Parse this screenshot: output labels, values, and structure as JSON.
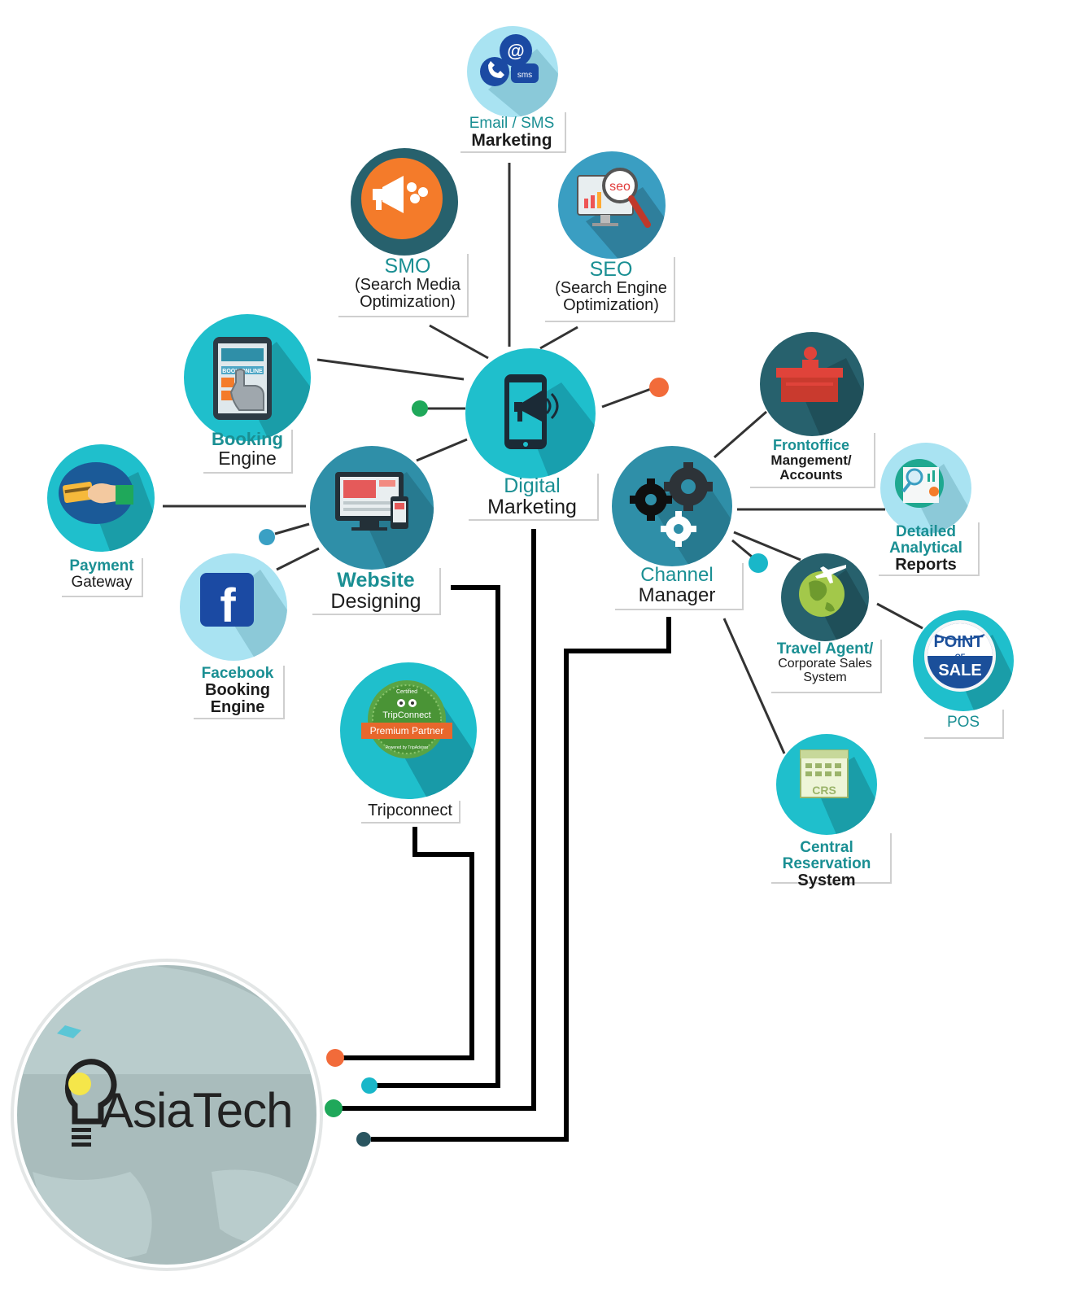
{
  "nodes": {
    "email_sms": {
      "line1": "Email / SMS",
      "line2": "Marketing"
    },
    "smo": {
      "line1": "SMO",
      "line2": "(Search Media",
      "line3": "Optimization)"
    },
    "seo": {
      "line1": "SEO",
      "line2": "(Search Engine",
      "line3": "Optimization)"
    },
    "booking_engine": {
      "line1": "Booking",
      "line2": "Engine"
    },
    "digital_marketing": {
      "line1": "Digital",
      "line2": "Marketing"
    },
    "payment_gateway": {
      "line1": "Payment",
      "line2": "Gateway"
    },
    "website_designing": {
      "line1": "Website",
      "line2": "Designing"
    },
    "facebook_booking": {
      "line1": "Facebook",
      "line2": "Booking",
      "line3": "Engine"
    },
    "tripconnect": {
      "line1": "Tripconnect",
      "badge_top": "Certified",
      "badge_brand": "TripConnect",
      "badge_ribbon": "Premium Partner",
      "badge_bottom": "Powered by TripAdvisor"
    },
    "frontoffice": {
      "line1": "Frontoffice",
      "line2": "Mangement/",
      "line3": "Accounts"
    },
    "analytical": {
      "line1": "Detailed",
      "line2": "Analytical",
      "line3": "Reports"
    },
    "channel_manager": {
      "line1": "Channel",
      "line2": "Manager"
    },
    "travel_agent": {
      "line1": "Travel Agent/",
      "line2": "Corporate Sales",
      "line3": "System"
    },
    "pos": {
      "line1": "POS",
      "sign_top": "POINT",
      "sign_mid": "OF",
      "sign_bot": "SALE"
    },
    "crs": {
      "line1": "Central",
      "line2": "Reservation",
      "line3": "System",
      "icon_text": "CRS"
    }
  },
  "icons": {
    "email_sms": "email-sms-icon",
    "smo": "megaphone-social-icon",
    "seo": "seo-magnifier-icon",
    "booking_engine": "tablet-book-online-icon",
    "digital_marketing": "phone-megaphone-icon",
    "payment_gateway": "card-payment-icon",
    "website_designing": "responsive-devices-icon",
    "facebook_booking": "facebook-icon",
    "tripconnect": "tripconnect-badge-icon",
    "frontoffice": "front-desk-icon",
    "analytical": "report-magnifier-icon",
    "channel_manager": "gears-icon",
    "travel_agent": "globe-plane-icon",
    "pos": "point-of-sale-icon",
    "crs": "calendar-crs-icon"
  },
  "logo": {
    "brand": "AsiaTech"
  },
  "colors": {
    "teal": "#1fbfcc",
    "deep_teal": "#27616d",
    "mid_teal": "#2f8fa8",
    "light_teal": "#a9e3f2",
    "label_teal": "#1a8f93",
    "dot_orange": "#f26b3a",
    "dot_green": "#1fa85a",
    "dot_cyan": "#19b7c9",
    "dot_dark": "#2a5560"
  }
}
